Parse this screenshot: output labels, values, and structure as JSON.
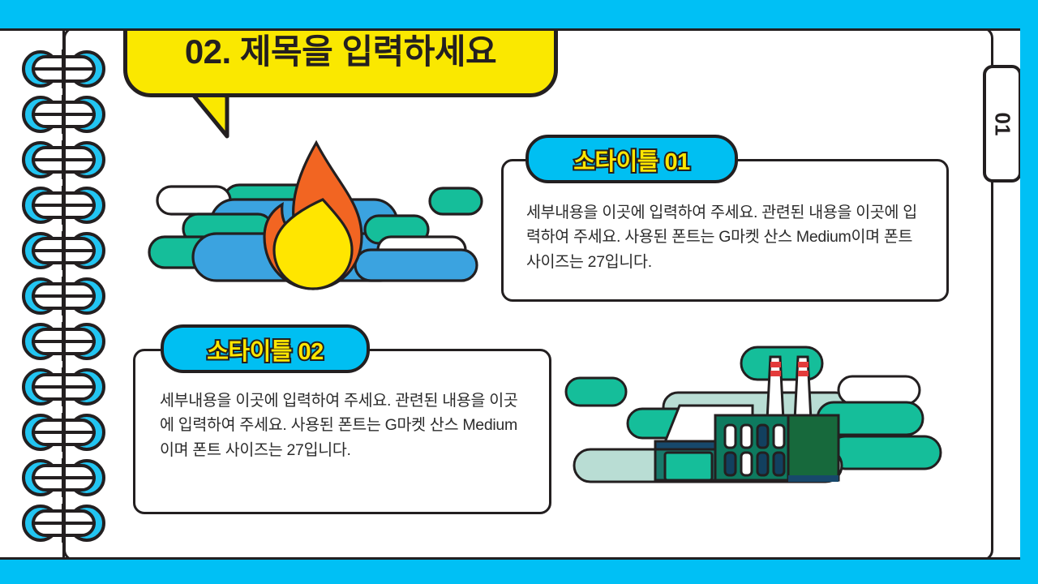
{
  "slide": {
    "title": "02. 제목을 입력하세요",
    "side_tab_label": "01",
    "accent_cyan": "#00C0F5",
    "accent_yellow": "#FAE800",
    "ink": "#231f20"
  },
  "cards": [
    {
      "badge": "소타이틀 01",
      "body": "세부내용을 이곳에 입력하여 주세요. 관련된 내용을 이곳에 입력하여 주세요. 사용된 폰트는 G마켓 산스 Medium이며 폰트 사이즈는 27입니다."
    },
    {
      "badge": "소타이틀 02",
      "body": "세부내용을 이곳에 입력하여 주세요. 관련된 내용을 이곳에 입력하여 주세요. 사용된 폰트는 G마켓 산스 Medium이며 폰트 사이즈는 27입니다."
    }
  ],
  "illustrations": [
    {
      "name": "flame-illustration",
      "colors": [
        "#F26522",
        "#FFE600",
        "#3BA3E0",
        "#15BE9A",
        "#FFFFFF"
      ]
    },
    {
      "name": "factory-illustration",
      "colors": [
        "#15BE9A",
        "#0E7A5F",
        "#1E7D6B",
        "#B9DDD4",
        "#E33B3B",
        "#FFFFFF"
      ]
    }
  ],
  "binding": {
    "ring_count": 11,
    "ring_color": "#22C5F2"
  }
}
